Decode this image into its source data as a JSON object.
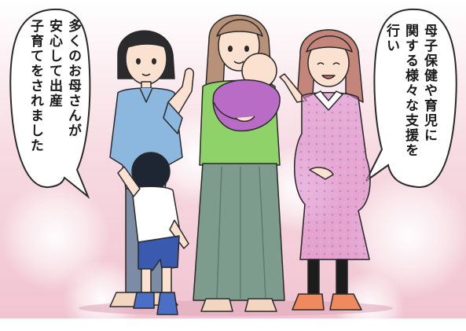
{
  "bubble_left": {
    "lines": [
      "多くのお母さんが",
      "安心して出産",
      "子育てをされました"
    ]
  },
  "bubble_right": {
    "lines": [
      "母子保健や育児に",
      "関する様々な支援を",
      "行い"
    ]
  },
  "colors": {
    "background_pink": "#f3c9d5",
    "outline": "#2a2a2a",
    "woman_left_shirt": "#8cb8e0",
    "woman_center_top": "#8fd26a",
    "woman_center_skirt": "#7d9c8e",
    "baby_wrap": "#b86cc6",
    "pregnant_dress": "#d681c8",
    "boy_shirt": "#ffffff",
    "boy_shorts": "#3a5ab0"
  }
}
